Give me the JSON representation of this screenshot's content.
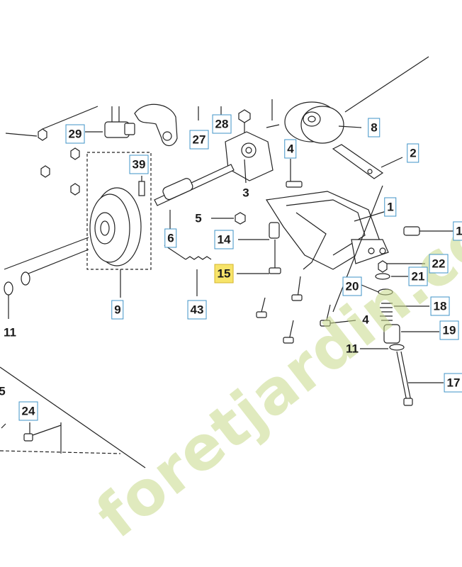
{
  "watermark": "foretjardin.com",
  "highlight_color": "#f7e46a",
  "box_color": "#3f93c7",
  "labels": [
    {
      "id": "29",
      "boxed": true
    },
    {
      "id": "27",
      "boxed": true
    },
    {
      "id": "28",
      "boxed": true
    },
    {
      "id": "8",
      "boxed": true
    },
    {
      "id": "2",
      "boxed": true
    },
    {
      "id": "4",
      "boxed": true
    },
    {
      "id": "39",
      "boxed": true
    },
    {
      "id": "3",
      "boxed": false
    },
    {
      "id": "1",
      "boxed": true
    },
    {
      "id": "5",
      "boxed": false
    },
    {
      "id": "6",
      "boxed": true
    },
    {
      "id": "14",
      "boxed": true
    },
    {
      "id": "15",
      "boxed": true,
      "highlighted": true
    },
    {
      "id": "22",
      "boxed": true
    },
    {
      "id": "21",
      "boxed": true
    },
    {
      "id": "20",
      "boxed": true
    },
    {
      "id": "9",
      "boxed": true
    },
    {
      "id": "43",
      "boxed": true
    },
    {
      "id": "18",
      "boxed": true
    },
    {
      "id": "4",
      "boxed": false
    },
    {
      "id": "19",
      "boxed": true
    },
    {
      "id": "11",
      "boxed": false
    },
    {
      "id": "11",
      "boxed": false
    },
    {
      "id": "17",
      "boxed": true
    },
    {
      "id": "24",
      "boxed": true
    },
    {
      "id": "1",
      "boxed": true
    },
    {
      "id": "5",
      "boxed": false
    }
  ]
}
